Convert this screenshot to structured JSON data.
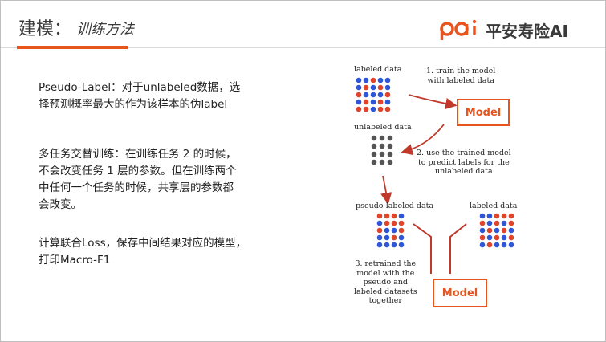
{
  "header": {
    "title": "建模：",
    "subtitle": "训练方法",
    "accent_color": "#e8541e"
  },
  "logo": {
    "mark_text": "pai",
    "brand_text": "平安寿险AI"
  },
  "body": {
    "pseudo_label": [
      "Pseudo-Label：对于unlabeled数据，选",
      "择预测概率最大的作为该样本的伪label"
    ],
    "multitask": [
      "多任务交替训练：在训练任务 2 的时候，",
      "不会改变任务 1 层的参数。但在训练两个",
      "中任何一个任务的时候，共享层的参数都",
      "会改变。"
    ],
    "loss": [
      "计算联合Loss，保存中间结果对应的模型，",
      "打印Macro-F1"
    ]
  },
  "diagram": {
    "labeled_data_top": "labeled data",
    "step1": [
      "1. train the model",
      "with labeled data"
    ],
    "model_top": "Model",
    "unlabeled_data": "unlabeled data",
    "step2": [
      "2. use the trained model",
      "to predict labels for the",
      "unlabeled data"
    ],
    "pseudo_labeled_data": "pseudo-labeled data",
    "labeled_data_bottom": "labeled data",
    "step3": [
      "3. retrained the",
      "model with the",
      "pseudo and",
      "labeled datasets",
      "together"
    ],
    "model_bottom": "Model",
    "colors": {
      "red": "#e0442a",
      "blue": "#2f56d6",
      "gray": "#555555",
      "arrow": "#c0392b"
    }
  }
}
